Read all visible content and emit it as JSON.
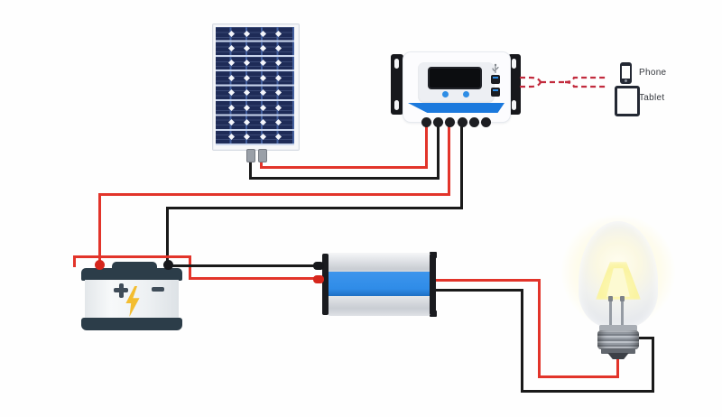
{
  "diagram": {
    "type": "solar-power-system-wiring",
    "labels": {
      "phone": "Phone",
      "tablet": "Tablet"
    },
    "components": [
      "solar-panel",
      "charge-controller",
      "battery",
      "power-inverter",
      "light-bulb",
      "phone",
      "tablet"
    ],
    "connections": [
      "solar-panel to charge-controller (red positive, black negative)",
      "charge-controller to battery (red positive, black negative)",
      "battery to power-inverter (red positive, black negative)",
      "power-inverter to light-bulb (red, black)",
      "charge-controller usb-ports to phone and tablet (red dashed)"
    ],
    "colors": {
      "wire_positive_red": "#e2342a",
      "wire_negative_black": "#1a1a1a",
      "wireless_dash_red": "#c22b3d",
      "controller_accent_blue": "#1b79dd",
      "controller_button_blue": "#2e8de5",
      "inverter_band_blue": "#2f8ce8",
      "battery_case_dark": "#2c3d49",
      "battery_bolt_yellow": "#f3bd30",
      "solar_cell_navy": "#1e2b57",
      "bulb_glow_yellow": "#fdf6a8"
    }
  }
}
